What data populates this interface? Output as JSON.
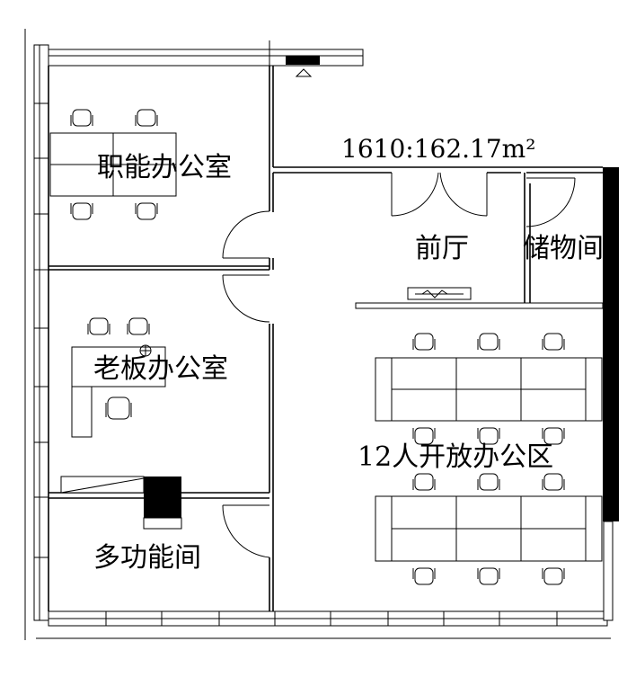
{
  "area_label": "1610:162.17m²",
  "rooms": {
    "functional_office": "职能办公室",
    "boss_office": "老板办公室",
    "multi_function_room": "多功能间",
    "reception": "前厅",
    "storage": "储物间",
    "open_office": "12人开放办公区"
  }
}
